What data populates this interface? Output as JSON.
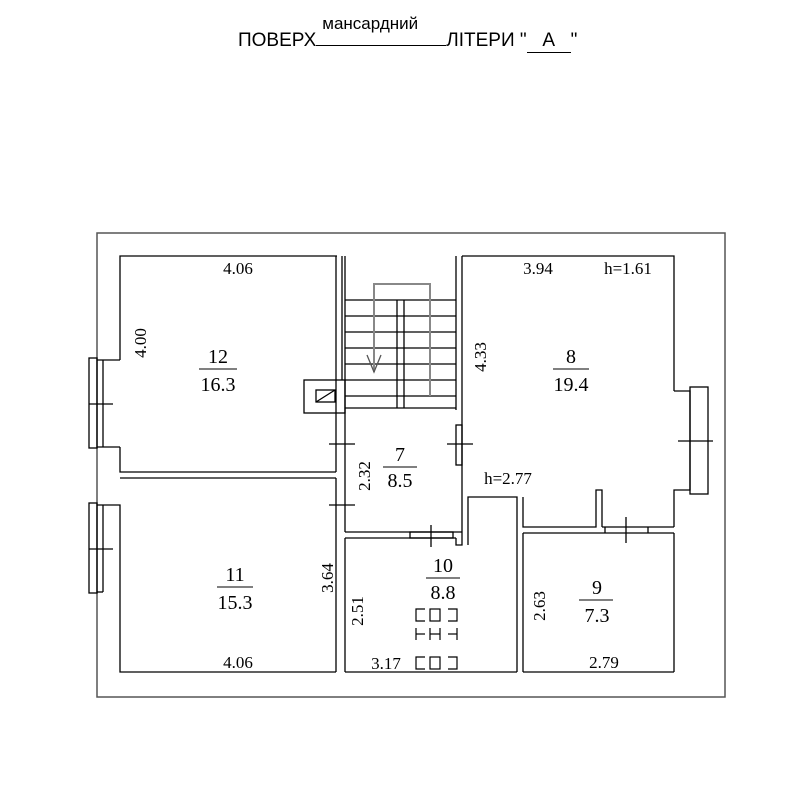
{
  "header": {
    "floor_label": "ПОВЕРХ",
    "floor_value": "мансардний",
    "letter_label": "ЛІТЕРИ \"",
    "letter_value": "А",
    "letter_close": "\""
  },
  "rooms": [
    {
      "id": "12",
      "number": "12",
      "area": "16.3",
      "width": "4.06",
      "depth": "4.00"
    },
    {
      "id": "8",
      "number": "8",
      "area": "19.4",
      "width": "3.94",
      "depth": "4.33",
      "height_top": "h=1.61",
      "height_bottom": "h=2.77"
    },
    {
      "id": "7",
      "number": "7",
      "area": "8.5",
      "depth": "2.32"
    },
    {
      "id": "11",
      "number": "11",
      "area": "15.3",
      "width": "4.06",
      "depth": "3.64"
    },
    {
      "id": "10",
      "number": "10",
      "area": "8.8",
      "width": "3.17",
      "depth": "2.51"
    },
    {
      "id": "9",
      "number": "9",
      "area": "7.3",
      "width": "2.79",
      "depth": "2.63"
    }
  ],
  "colors": {
    "line": "#000000",
    "outer_wall": "#555555",
    "stair_arrow": "#888888"
  }
}
